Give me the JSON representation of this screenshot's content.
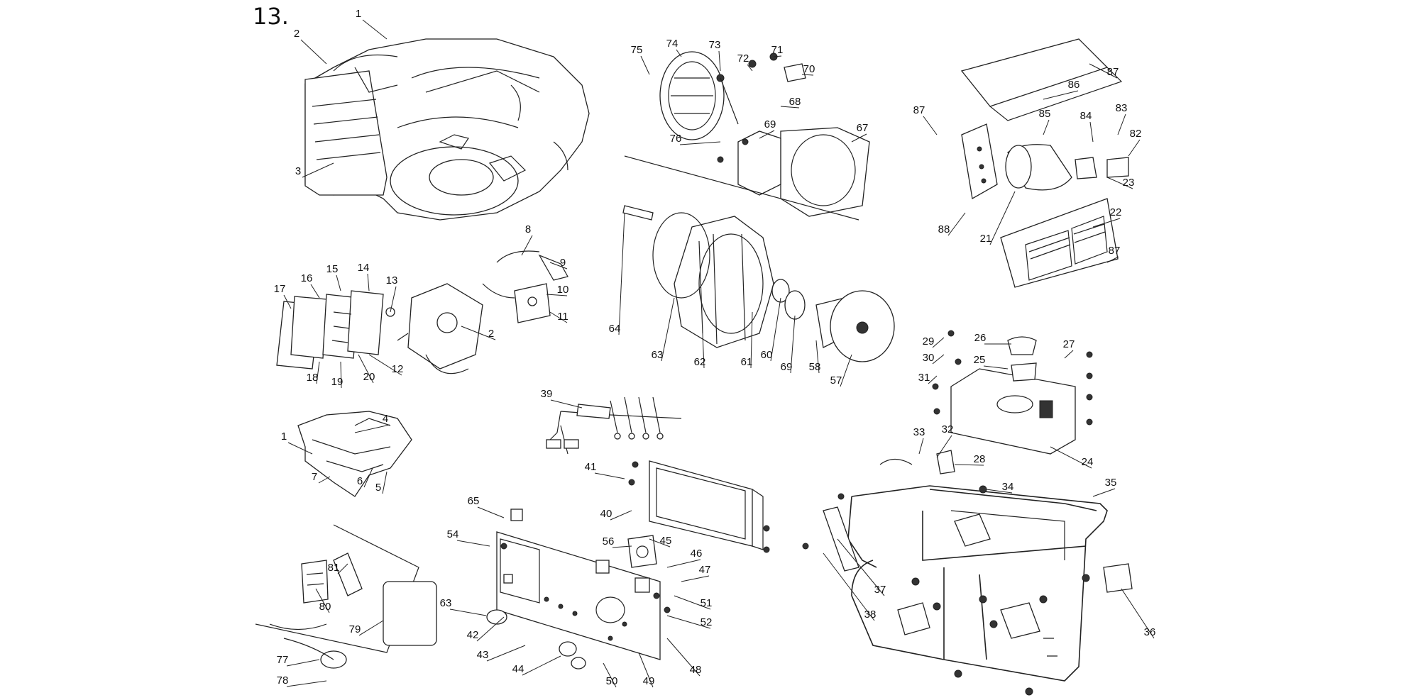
{
  "figure_number": "13.",
  "labels": [
    "1",
    "2",
    "3",
    "8",
    "9",
    "10",
    "11",
    "2",
    "17",
    "16",
    "15",
    "14",
    "13",
    "18",
    "19",
    "20",
    "12",
    "1",
    "4",
    "7",
    "6",
    "5",
    "81",
    "80",
    "79",
    "77",
    "78",
    "75",
    "74",
    "73",
    "72",
    "71",
    "70",
    "68",
    "69",
    "76",
    "67",
    "64",
    "63",
    "62",
    "61",
    "60",
    "69",
    "58",
    "57",
    "39",
    "41",
    "40",
    "65",
    "54",
    "56",
    "45",
    "46",
    "47",
    "51",
    "52",
    "63",
    "42",
    "43",
    "44",
    "50",
    "49",
    "48",
    "87",
    "86",
    "85",
    "84",
    "83",
    "82",
    "87",
    "23",
    "88",
    "21",
    "22",
    "87",
    "29",
    "30",
    "26",
    "27",
    "25",
    "31",
    "33",
    "32",
    "28",
    "24",
    "34",
    "35",
    "37",
    "38",
    "36"
  ]
}
